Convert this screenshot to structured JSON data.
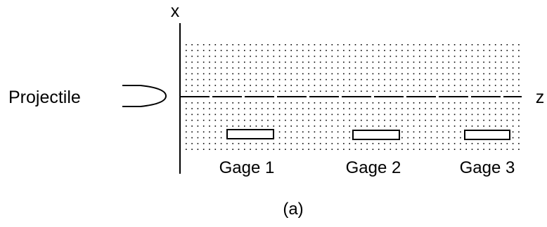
{
  "diagram": {
    "axis_x_label": "x",
    "axis_z_label": "z",
    "projectile_label": "Projectile",
    "gages": [
      {
        "label": "Gage 1"
      },
      {
        "label": "Gage 2"
      },
      {
        "label": "Gage 3"
      }
    ],
    "caption": "(a)",
    "colors": {
      "line": "#000000",
      "dots": "#000000",
      "background": "#ffffff"
    }
  }
}
